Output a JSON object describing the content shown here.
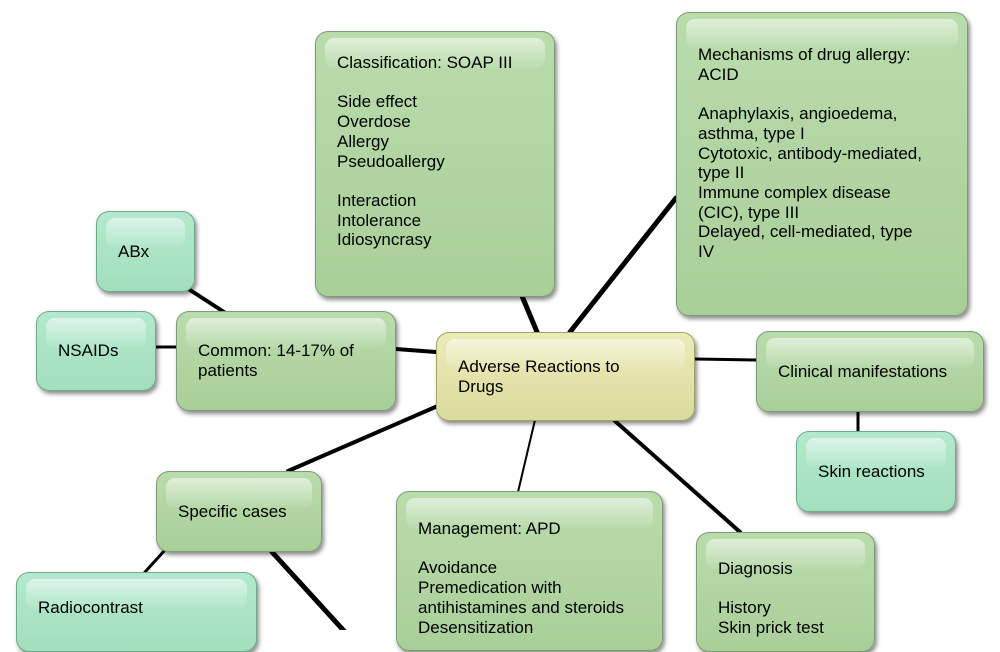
{
  "diagram": {
    "center": {
      "text": "Adverse Reactions to\nDrugs"
    },
    "classification": {
      "text": "Classification: SOAP III\n\nSide effect\nOverdose\nAllergy\nPseudoallergy\n\nInteraction\nIntolerance\nIdiosyncrasy"
    },
    "mechanisms": {
      "text": "Mechanisms of drug allergy:\nACID\n\nAnaphylaxis, angioedema,\nasthma, type I\nCytotoxic, antibody-mediated,\ntype II\nImmune complex disease\n(CIC), type III\nDelayed, cell-mediated, type\nIV"
    },
    "clinical": {
      "text": "Clinical manifestations"
    },
    "skin": {
      "text": "Skin reactions"
    },
    "common": {
      "text": "Common: 14-17% of\npatients"
    },
    "abx": {
      "text": "ABx"
    },
    "nsaids": {
      "text": "NSAIDs"
    },
    "specific": {
      "text": "Specific cases"
    },
    "radiocontrast": {
      "text": "Radiocontrast"
    },
    "management": {
      "text": "Management: APD\n\nAvoidance\nPremedication with\nantihistamines and steroids\nDesensitization"
    },
    "diagnosis": {
      "text": "Diagnosis\n\nHistory\nSkin prick test"
    }
  },
  "colors": {
    "green": "#b1d6a2",
    "mint": "#aae4c5",
    "center": "#e4e3ab",
    "connector": "#000000"
  }
}
